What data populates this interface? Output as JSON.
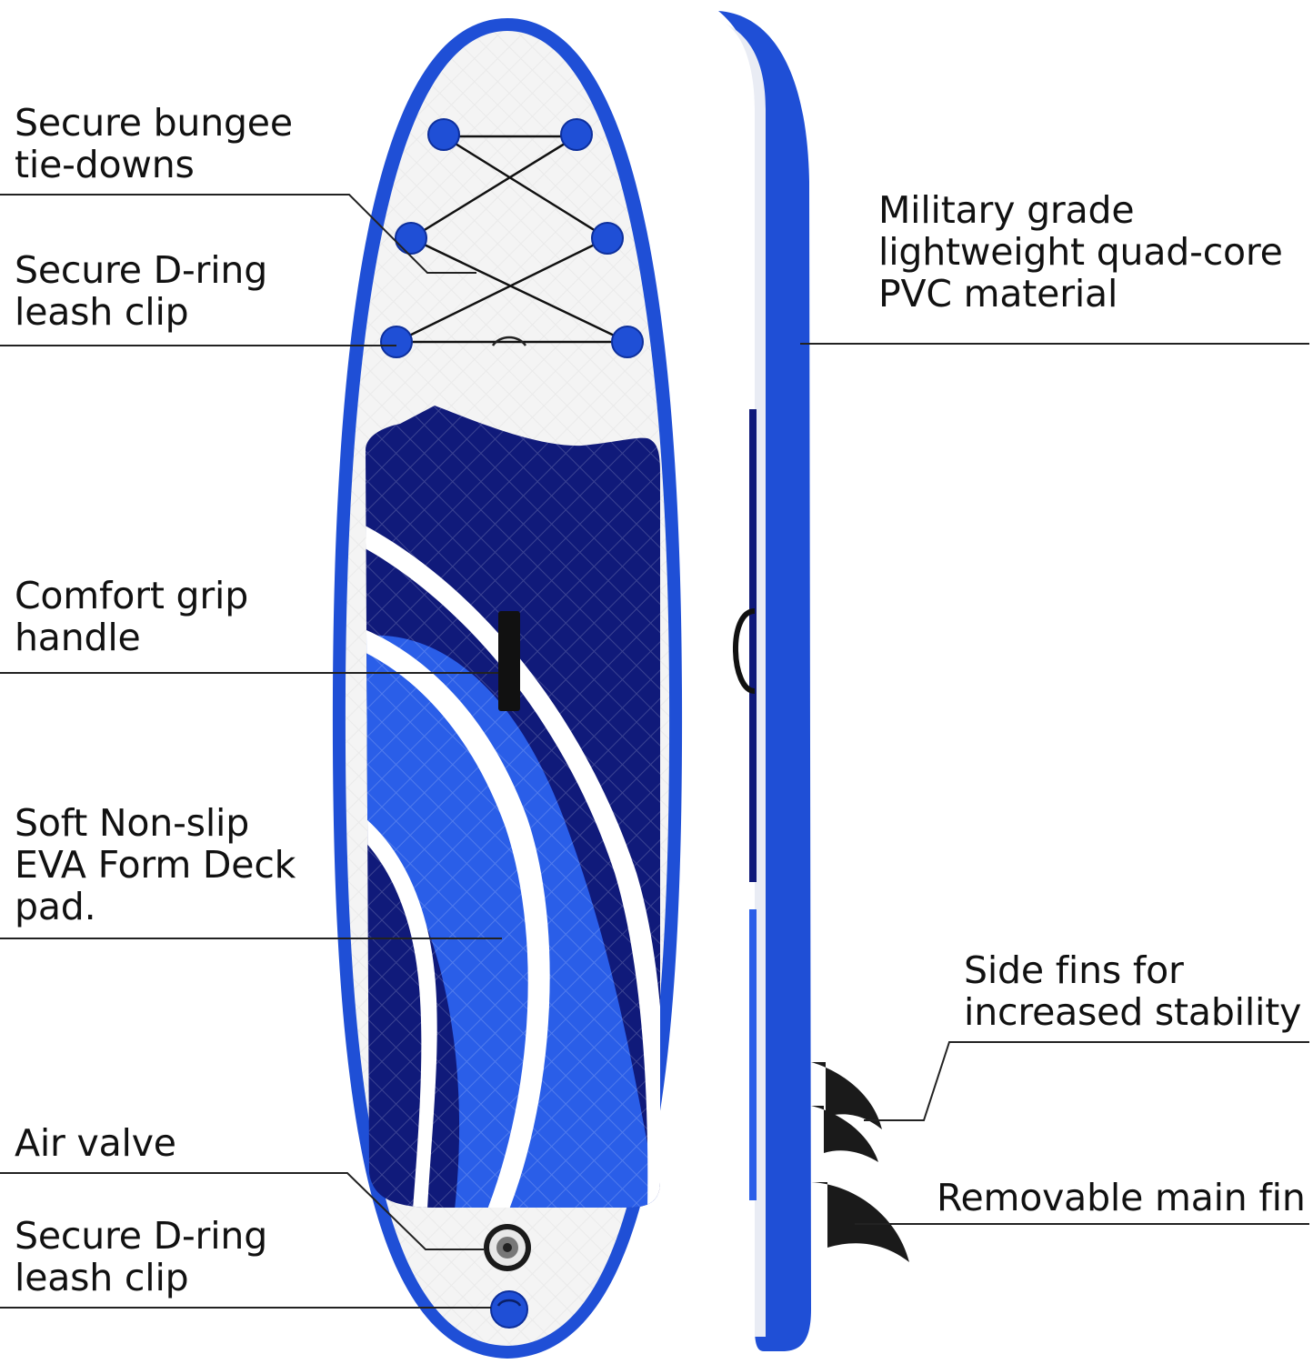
{
  "labels": {
    "bungee": "Secure bungee\ntie-downs",
    "dring_top": "Secure D-ring\nleash clip",
    "handle": "Comfort grip\nhandle",
    "deckpad": "Soft Non-slip\nEVA Form Deck\npad.",
    "valve": "Air valve",
    "dring_bottom": "Secure D-ring\nleash clip",
    "material": "Military grade\nlightweight quad-core\nPVC material",
    "side_fins": "Side fins for\nincreased stability",
    "main_fin": "Removable main fin"
  },
  "colors": {
    "board_blue": "#1f4fd6",
    "deck_navy": "#101a7a",
    "deck_blue": "#2a5ee8",
    "board_white": "#f4f4f4",
    "fin_black": "#1a1a1a",
    "leader_line": "#222222"
  }
}
